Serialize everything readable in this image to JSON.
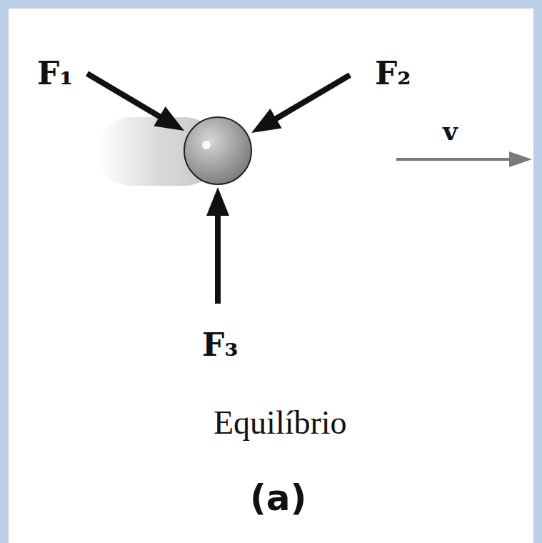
{
  "diagram": {
    "labels": [
      "F₁",
      "F₂",
      "v",
      "F₃",
      "Equilíbrio",
      "(a)"
    ]
  }
}
